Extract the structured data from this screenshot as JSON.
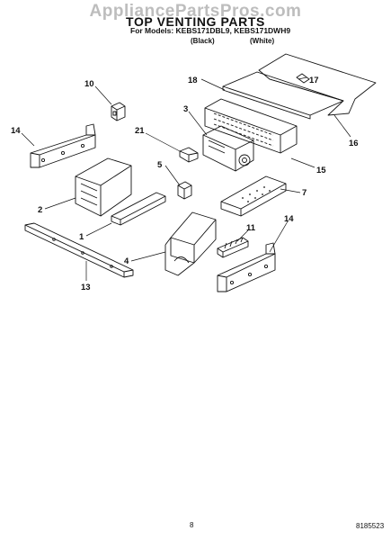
{
  "watermark": "AppliancePartsPros.com",
  "title": "TOP VENTING PARTS",
  "models_line": "For Models: KEBS171DBL9, KEBS171DWH9",
  "color_black": "(Black)",
  "color_white": "(White)",
  "page_number": "8",
  "document_id": "8185523",
  "callouts": [
    {
      "id": "c10",
      "label": "10"
    },
    {
      "id": "c18",
      "label": "18"
    },
    {
      "id": "c17",
      "label": "17"
    },
    {
      "id": "c14a",
      "label": "14"
    },
    {
      "id": "c3",
      "label": "3"
    },
    {
      "id": "c16",
      "label": "16"
    },
    {
      "id": "c21",
      "label": "21"
    },
    {
      "id": "c5",
      "label": "5"
    },
    {
      "id": "c15",
      "label": "15"
    },
    {
      "id": "c2",
      "label": "2"
    },
    {
      "id": "c7",
      "label": "7"
    },
    {
      "id": "c1",
      "label": "1"
    },
    {
      "id": "c11",
      "label": "11"
    },
    {
      "id": "c14b",
      "label": "14"
    },
    {
      "id": "c4",
      "label": "4"
    },
    {
      "id": "c13",
      "label": "13"
    }
  ]
}
